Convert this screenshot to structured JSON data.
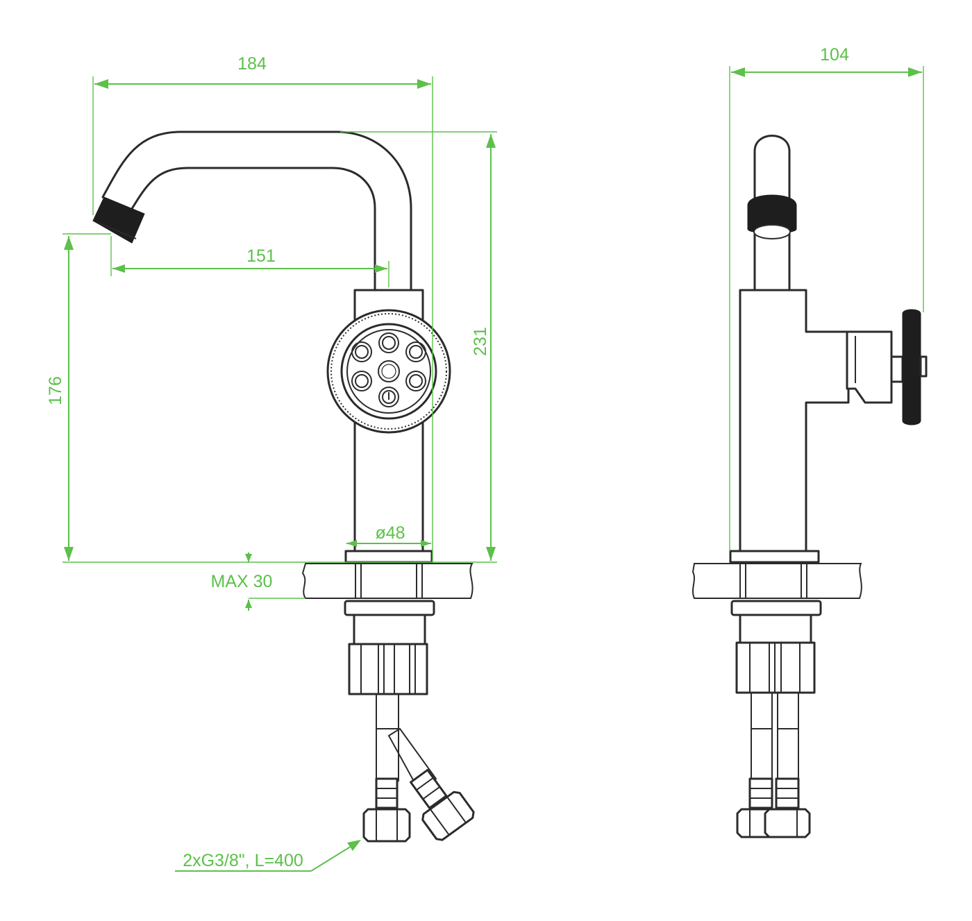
{
  "dimensions": {
    "overall_width": "184",
    "spout_reach": "151",
    "total_height": "231",
    "spout_height": "176",
    "base_diameter": "ø48",
    "max_counter_thickness": "MAX 30",
    "side_depth": "104",
    "hose_spec": "2xG3/8\", L=400"
  },
  "colors": {
    "dimension": "#5cc04a",
    "outline": "#2b2b2b",
    "background": "#ffffff"
  }
}
